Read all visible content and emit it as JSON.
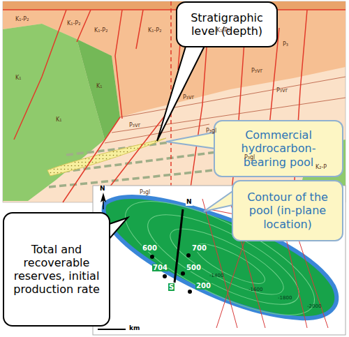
{
  "diagram": {
    "nodes": [
      {
        "text": [
          "Stratigraphic level (depth)"
        ]
      },
      {
        "text": [
          "Commercial hydrocarbon-bearing pool"
        ]
      },
      {
        "text": [
          "Contour of the pool (in-plane location)"
        ]
      },
      {
        "text": [
          "Total and recoverable reserves, initial production rate"
        ]
      }
    ],
    "labels": [
      "K₁-P₂",
      "K₁-P₂",
      "K₁-P₂",
      "K₁-P₂",
      "K₁-P₂",
      "P₃",
      "K₁",
      "K₁",
      "K₁",
      "P₃vr",
      "P₃vr",
      "P₃vr",
      "P₃vr",
      "P₃gl",
      "P₃gl",
      "P₃gl",
      "K₂-P",
      "N",
      "N",
      "S",
      "600",
      "700",
      "704",
      "500",
      "200",
      "-1400",
      "-1600",
      "-1800",
      "-2000",
      "km"
    ]
  }
}
